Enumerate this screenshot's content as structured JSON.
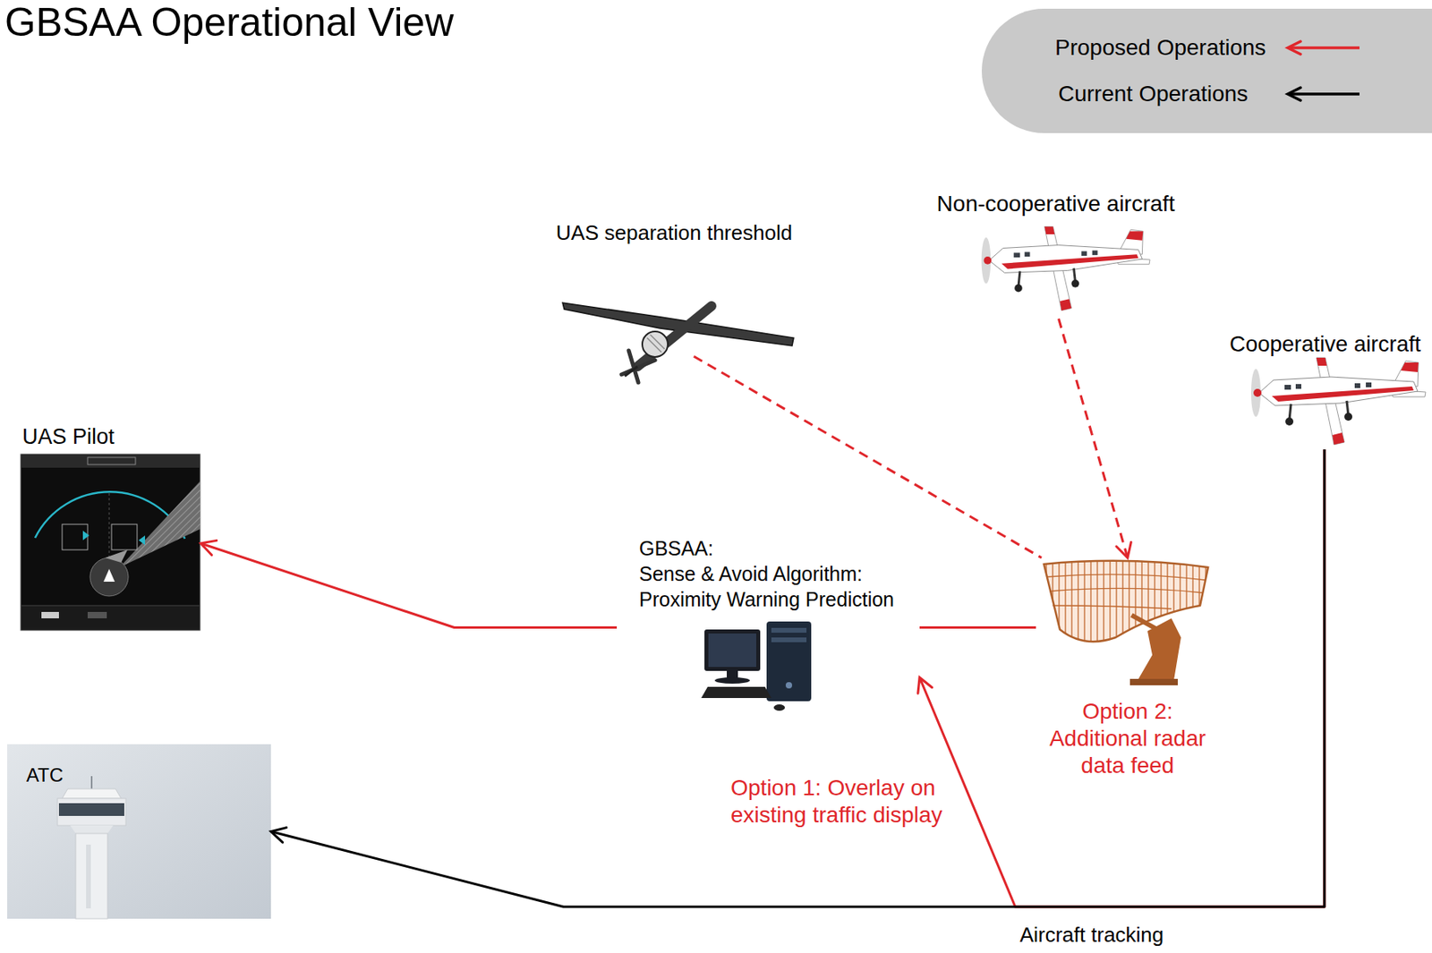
{
  "diagram": {
    "title": "GBSAA Operational View",
    "nodes": [
      {
        "text": [
          "UAS separation threshold"
        ]
      },
      {
        "text": [
          "Non-cooperative aircraft"
        ]
      },
      {
        "text": [
          "Cooperative aircraft"
        ]
      },
      {
        "text": [
          "UAS Pilot"
        ]
      },
      {
        "text": [
          "GBSAA:",
          "Sense & Avoid Algorithm: Proximity Warning Prediction"
        ]
      },
      {
        "text": [
          "Option 2: Additional radar data feed"
        ]
      },
      {
        "text": [
          "ATC"
        ]
      }
    ],
    "edges": [
      {
        "from": 0,
        "to": 5,
        "arrow": "none"
      },
      {
        "from": 1,
        "to": 5,
        "arrow": "to"
      },
      {
        "from": 5,
        "to": 4,
        "arrow": "none"
      },
      {
        "from": 2,
        "to": 4,
        "arrow": "to",
        "label": "Option 1: Overlay on existing traffic display"
      },
      {
        "from": 4,
        "to": 3,
        "arrow": "to"
      },
      {
        "from": 2,
        "to": 6,
        "arrow": "to",
        "label": "Aircraft tracking"
      }
    ],
    "legend": [
      {
        "text": "Proposed Operations"
      },
      {
        "text": "Current Operations"
      }
    ]
  }
}
